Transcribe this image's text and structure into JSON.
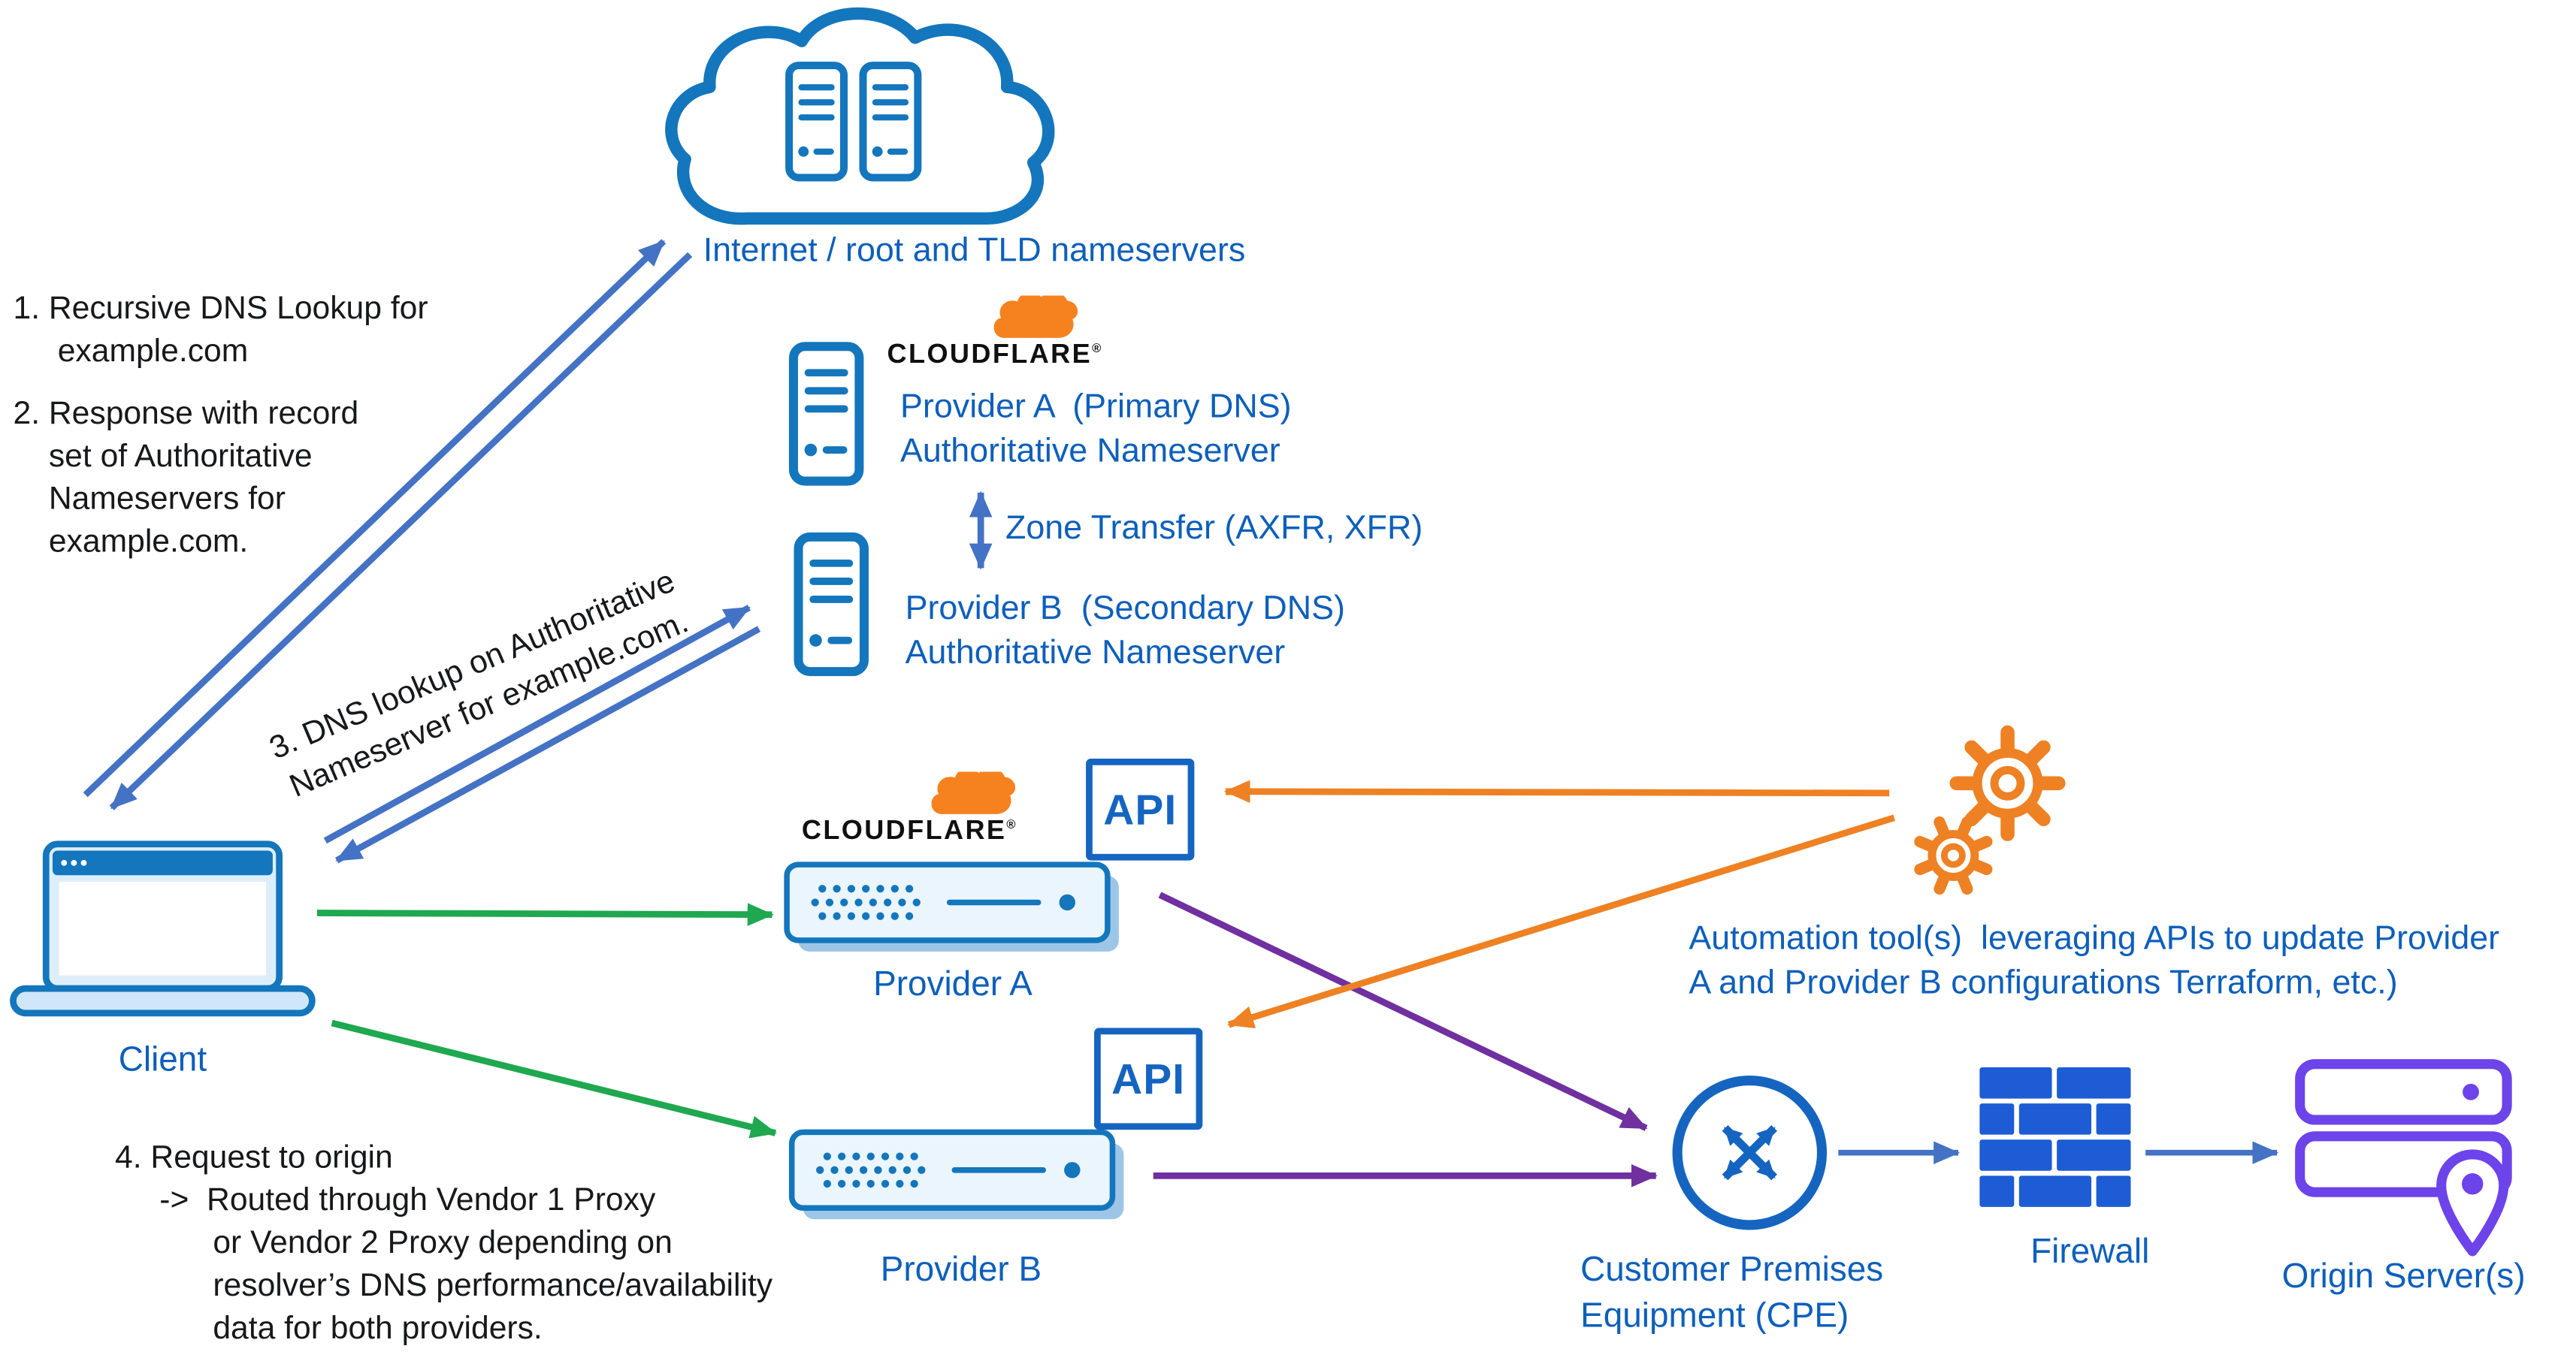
{
  "palette": {
    "icon_blue": "#1476bc",
    "label_blue": "#0d5fbb",
    "arrow_blue": "#4472c4",
    "arrow_green": "#1fa84f",
    "arrow_purple": "#7030a0",
    "automation_orange": "#ee8123",
    "cloudflare_orange": "#f6821f",
    "brick_blue": "#1d5cd5",
    "origin_purple": "#6d43ea",
    "api_blue": "#1565c0",
    "text_black": "#17181a"
  },
  "internet": {
    "label": "Internet / root and TLD nameservers"
  },
  "steps": {
    "step1": "1. Recursive DNS Lookup for\n     example.com",
    "step2": "2. Response with record\n    set of Authoritative\n    Nameservers for\n    example.com.",
    "step3": "3. DNS lookup on Authoritative\nNameserver for example.com.",
    "step4": "4. Request to origin\n     ->  Routed through Vendor 1 Proxy\n           or Vendor 2 Proxy depending on\n           resolver’s DNS performance/availability\n           data for both providers."
  },
  "nameservers": {
    "provider_a_label": "Provider A  (Primary DNS)\nAuthoritative Nameserver",
    "zone_transfer_label": "Zone Transfer (AXFR, XFR)",
    "provider_b_label": "Provider B  (Secondary DNS)\nAuthoritative Nameserver"
  },
  "client_label": "Client",
  "cloudflare": {
    "wordmark": "CLOUDFLARE",
    "registered": "®"
  },
  "proxies": {
    "api_label": "API",
    "provider_a_label": "Provider A",
    "provider_b_label": "Provider B"
  },
  "automation_label": "Automation tool(s)  leveraging APIs to update Provider\nA and Provider B configurations Terraform, etc.)",
  "edge": {
    "cpe_label": "Customer Premises\nEquipment (CPE)",
    "firewall_label": "Firewall",
    "origin_label": "Origin Server(s)"
  }
}
